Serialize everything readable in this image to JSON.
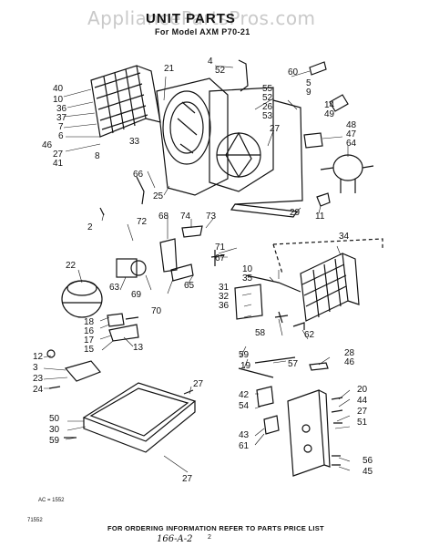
{
  "watermark": "AppliancePartsPros.com",
  "title": "UNIT PARTS",
  "subtitle": "For Model AXM P70-21",
  "footer": "FOR ORDERING INFORMATION REFER TO PARTS PRICE LIST",
  "art_code": "AC = 1552",
  "page_code": "71552",
  "page_number": "2",
  "handwritten_note": "166-A-2",
  "callouts": [
    "40",
    "10",
    "36",
    "37",
    "7",
    "6",
    "8",
    "46",
    "27",
    "41",
    "21",
    "4",
    "52",
    "60",
    "5",
    "9",
    "14",
    "49",
    "48",
    "47",
    "64",
    "55",
    "52",
    "26",
    "53",
    "27",
    "33",
    "66",
    "25",
    "29",
    "11",
    "2",
    "72",
    "68",
    "74",
    "73",
    "34",
    "71",
    "67",
    "10",
    "35",
    "22",
    "63",
    "69",
    "65",
    "31",
    "32",
    "36",
    "70",
    "18",
    "16",
    "17",
    "15",
    "13",
    "58",
    "62",
    "59",
    "19",
    "57",
    "28",
    "46",
    "12",
    "3",
    "23",
    "24",
    "27",
    "42",
    "54",
    "20",
    "44",
    "27",
    "51",
    "50",
    "30",
    "59",
    "43",
    "61",
    "56",
    "45",
    "27"
  ]
}
